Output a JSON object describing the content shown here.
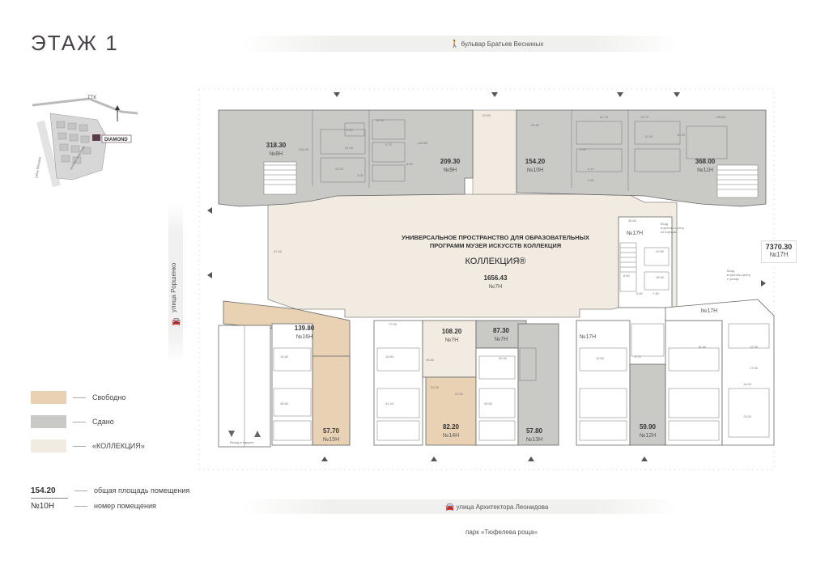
{
  "title": "ЭТАЖ 1",
  "streets": {
    "north": "бульвар Братьев Весниных",
    "west": "улица Роршенко",
    "south": "улица Архитектора Леонидова",
    "park": "парк «Тюфелева роща»"
  },
  "minimap": {
    "ttk": "ТТК",
    "river": "река Москва",
    "diamond": "DIAMOND",
    "road": "проспект Андропова"
  },
  "center": {
    "heading_line1": "УНИВЕРСАЛЬНОЕ ПРОСТРАНСТВО ДЛЯ ОБРАЗОВАТЕЛЬНЫХ",
    "heading_line2": "ПРОГРАММ МУЗЕЯ ИСКУССТВ КОЛЛЕКЦИЯ",
    "brand": "КОЛЛЕКЦИЯ®",
    "area": "1656.43",
    "no": "№7Н"
  },
  "units": {
    "u318": {
      "area": "318.30",
      "no": "№8Н"
    },
    "u209": {
      "area": "209.30",
      "no": "№9Н"
    },
    "u154": {
      "area": "154.20",
      "no": "№10Н"
    },
    "u368": {
      "area": "368.00",
      "no": "№11Н"
    },
    "u139": {
      "area": "139.80",
      "no": "№16Н"
    },
    "u108": {
      "area": "108.20",
      "no": "№7Н"
    },
    "u87": {
      "area": "87.30",
      "no": "№7Н"
    },
    "u57_7": {
      "area": "57.70",
      "no": "№15Н"
    },
    "u82": {
      "area": "82.20",
      "no": "№14Н"
    },
    "u57_8": {
      "area": "57.80",
      "no": "№13Н"
    },
    "u59": {
      "area": "59.90",
      "no": "№12Н"
    },
    "u17a": {
      "no": "№17Н"
    },
    "u17b": {
      "no": "№17Н"
    },
    "u17c": {
      "no": "№17Н"
    }
  },
  "side_box": {
    "area": "7370.30",
    "no": "№17Н"
  },
  "notes": {
    "fitness1_line1": "Вход",
    "fitness1_line2": "в фитнес-центр",
    "fitness1_line3": "из атриума",
    "fitness2_line1": "Вход",
    "fitness2_line2": "в фитнес-центр",
    "fitness2_line3": "с улицы",
    "parking": "Въезд в паркинг"
  },
  "small_areas": [
    "6.90",
    "10.90",
    "5.70",
    "246.00",
    "24.00",
    "8.60",
    "139.80",
    "22.00",
    "3.60",
    "93.60",
    "5.50",
    "61.70",
    "18.70",
    "135.60",
    "10.20",
    "6.10",
    "12.00",
    "4.50",
    "15.80",
    "73.00",
    "14.00",
    "40.60",
    "41.40",
    "45.60",
    "15.80",
    "20.90",
    "47.40",
    "77.00",
    "39.60",
    "32.00",
    "22.60",
    "30.90",
    "17.50",
    "12.90",
    "36.60",
    "10.80",
    "8.60",
    "18.50",
    "14.40",
    "5.80",
    "7.30",
    "9.70",
    "10.50"
  ],
  "legend": {
    "items": [
      {
        "label": "Свободно",
        "color": "#e9d2b3"
      },
      {
        "label": "Сдано",
        "color": "#c9cac6"
      },
      {
        "label": "«КОЛЛЕКЦИЯ»",
        "color": "#f1ebe2"
      }
    ],
    "sample_area": "154.20",
    "sample_area_label": "общая площадь помещения",
    "sample_no": "№10Н",
    "sample_no_label": "номер помещения"
  },
  "colors": {
    "free": "#e9d2b3",
    "rented": "#c9cac6",
    "kollektsiya": "#f1ebe2",
    "wall": "#6d6d6d",
    "accent": "#5a3a4a"
  }
}
